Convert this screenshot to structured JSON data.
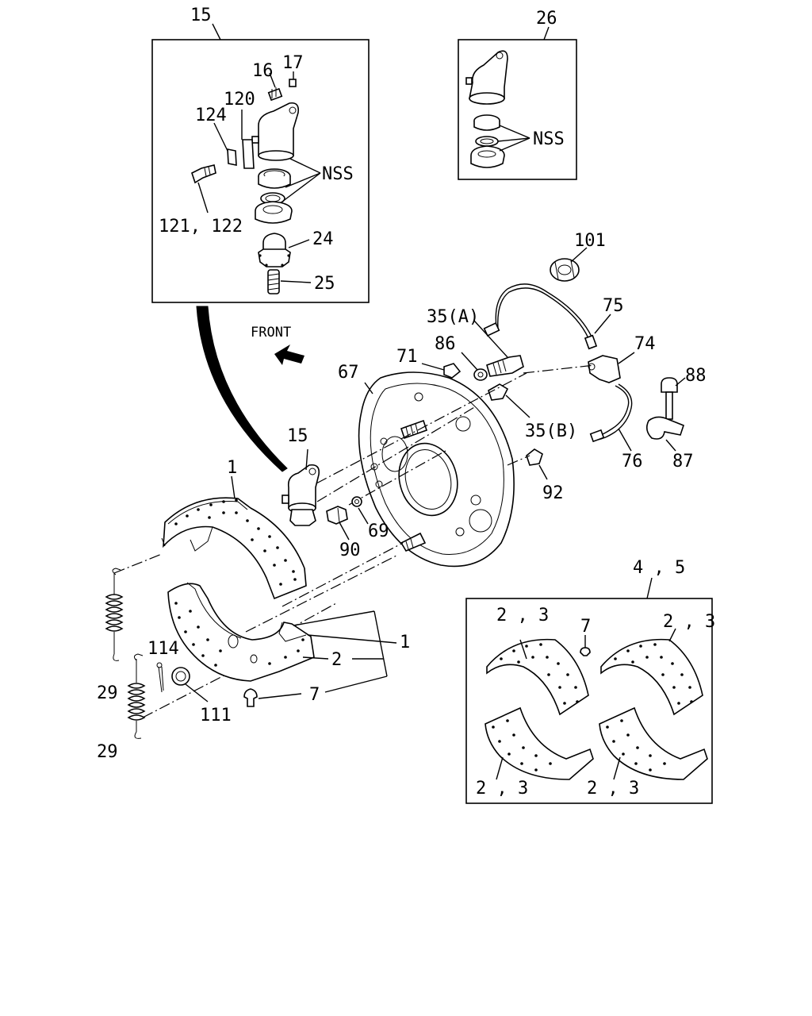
{
  "labels": {
    "callout_15_top": "15",
    "callout_26": "26",
    "callout_16": "16",
    "callout_17": "17",
    "callout_120": "120",
    "callout_124": "124",
    "nss_1": "NSS",
    "callout_121_122": "121, 122",
    "callout_24": "24",
    "callout_25": "25",
    "nss_2": "NSS",
    "callout_101": "101",
    "callout_75": "75",
    "callout_35a": "35(A)",
    "callout_86": "86",
    "callout_71": "71",
    "callout_74": "74",
    "callout_67": "67",
    "callout_88": "88",
    "front": "FRONT",
    "callout_35b": "35(B)",
    "callout_15_mid": "15",
    "callout_76": "76",
    "callout_87": "87",
    "callout_92": "92",
    "callout_1_top": "1",
    "callout_90": "90",
    "callout_69": "69",
    "callout_4_5": "4 , 5",
    "callout_1_right": "1",
    "callout_2": "2",
    "callout_114": "114",
    "callout_29_a": "29",
    "callout_111": "111",
    "callout_7": "7",
    "callout_29_b": "29",
    "inset_23_tl": "2 , 3",
    "inset_7": "7",
    "inset_23_tr": "2 , 3",
    "inset_23_bl": "2 , 3",
    "inset_23_br": "2 , 3"
  }
}
